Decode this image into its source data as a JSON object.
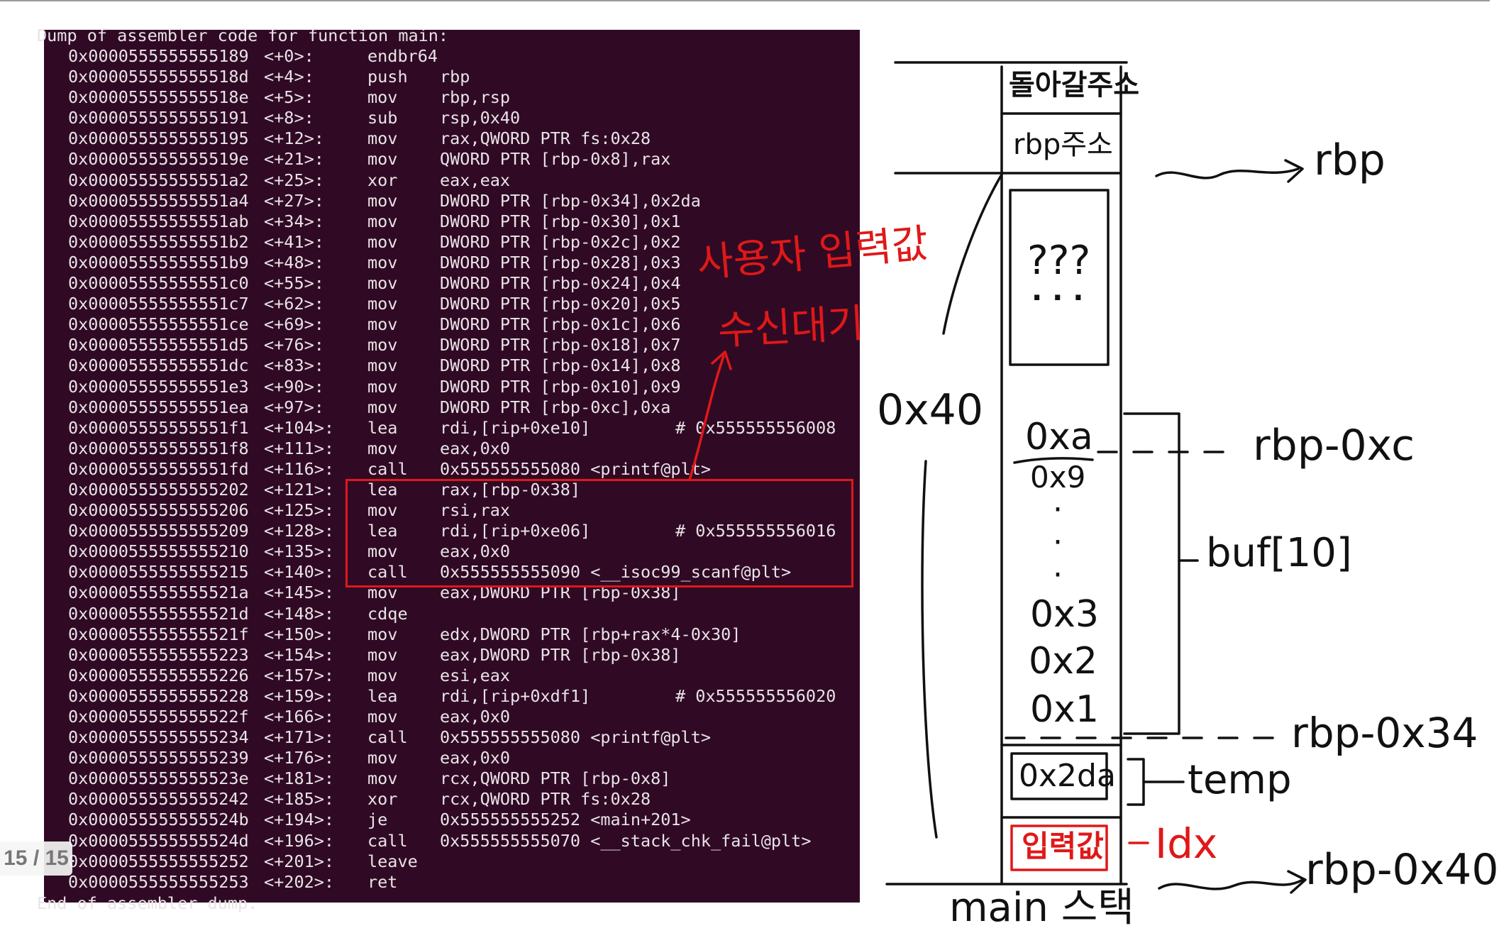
{
  "page_indicator": "15 / 15",
  "terminal": {
    "header": "Dump of assembler code for function main:",
    "footer": "End of assembler dump.",
    "lines": [
      {
        "addr": "0x0000555555555189",
        "off": "<+0>:",
        "mn": "endbr64",
        "op": "",
        "cm": ""
      },
      {
        "addr": "0x000055555555518d",
        "off": "<+4>:",
        "mn": "push",
        "op": "rbp",
        "cm": ""
      },
      {
        "addr": "0x000055555555518e",
        "off": "<+5>:",
        "mn": "mov",
        "op": "rbp,rsp",
        "cm": ""
      },
      {
        "addr": "0x0000555555555191",
        "off": "<+8>:",
        "mn": "sub",
        "op": "rsp,0x40",
        "cm": ""
      },
      {
        "addr": "0x0000555555555195",
        "off": "<+12>:",
        "mn": "mov",
        "op": "rax,QWORD PTR fs:0x28",
        "cm": ""
      },
      {
        "addr": "0x000055555555519e",
        "off": "<+21>:",
        "mn": "mov",
        "op": "QWORD PTR [rbp-0x8],rax",
        "cm": ""
      },
      {
        "addr": "0x00005555555551a2",
        "off": "<+25>:",
        "mn": "xor",
        "op": "eax,eax",
        "cm": ""
      },
      {
        "addr": "0x00005555555551a4",
        "off": "<+27>:",
        "mn": "mov",
        "op": "DWORD PTR [rbp-0x34],0x2da",
        "cm": ""
      },
      {
        "addr": "0x00005555555551ab",
        "off": "<+34>:",
        "mn": "mov",
        "op": "DWORD PTR [rbp-0x30],0x1",
        "cm": ""
      },
      {
        "addr": "0x00005555555551b2",
        "off": "<+41>:",
        "mn": "mov",
        "op": "DWORD PTR [rbp-0x2c],0x2",
        "cm": ""
      },
      {
        "addr": "0x00005555555551b9",
        "off": "<+48>:",
        "mn": "mov",
        "op": "DWORD PTR [rbp-0x28],0x3",
        "cm": ""
      },
      {
        "addr": "0x00005555555551c0",
        "off": "<+55>:",
        "mn": "mov",
        "op": "DWORD PTR [rbp-0x24],0x4",
        "cm": ""
      },
      {
        "addr": "0x00005555555551c7",
        "off": "<+62>:",
        "mn": "mov",
        "op": "DWORD PTR [rbp-0x20],0x5",
        "cm": ""
      },
      {
        "addr": "0x00005555555551ce",
        "off": "<+69>:",
        "mn": "mov",
        "op": "DWORD PTR [rbp-0x1c],0x6",
        "cm": ""
      },
      {
        "addr": "0x00005555555551d5",
        "off": "<+76>:",
        "mn": "mov",
        "op": "DWORD PTR [rbp-0x18],0x7",
        "cm": ""
      },
      {
        "addr": "0x00005555555551dc",
        "off": "<+83>:",
        "mn": "mov",
        "op": "DWORD PTR [rbp-0x14],0x8",
        "cm": ""
      },
      {
        "addr": "0x00005555555551e3",
        "off": "<+90>:",
        "mn": "mov",
        "op": "DWORD PTR [rbp-0x10],0x9",
        "cm": ""
      },
      {
        "addr": "0x00005555555551ea",
        "off": "<+97>:",
        "mn": "mov",
        "op": "DWORD PTR [rbp-0xc],0xa",
        "cm": ""
      },
      {
        "addr": "0x00005555555551f1",
        "off": "<+104>:",
        "mn": "lea",
        "op": "rdi,[rip+0xe10]",
        "cm": "# 0x555555556008"
      },
      {
        "addr": "0x00005555555551f8",
        "off": "<+111>:",
        "mn": "mov",
        "op": "eax,0x0",
        "cm": ""
      },
      {
        "addr": "0x00005555555551fd",
        "off": "<+116>:",
        "mn": "call",
        "op": "0x555555555080 <printf@plt>",
        "cm": ""
      },
      {
        "addr": "0x0000555555555202",
        "off": "<+121>:",
        "mn": "lea",
        "op": "rax,[rbp-0x38]",
        "cm": ""
      },
      {
        "addr": "0x0000555555555206",
        "off": "<+125>:",
        "mn": "mov",
        "op": "rsi,rax",
        "cm": ""
      },
      {
        "addr": "0x0000555555555209",
        "off": "<+128>:",
        "mn": "lea",
        "op": "rdi,[rip+0xe06]",
        "cm": "# 0x555555556016"
      },
      {
        "addr": "0x0000555555555210",
        "off": "<+135>:",
        "mn": "mov",
        "op": "eax,0x0",
        "cm": ""
      },
      {
        "addr": "0x0000555555555215",
        "off": "<+140>:",
        "mn": "call",
        "op": "0x555555555090 <__isoc99_scanf@plt>",
        "cm": ""
      },
      {
        "addr": "0x000055555555521a",
        "off": "<+145>:",
        "mn": "mov",
        "op": "eax,DWORD PTR [rbp-0x38]",
        "cm": ""
      },
      {
        "addr": "0x000055555555521d",
        "off": "<+148>:",
        "mn": "cdqe",
        "op": "",
        "cm": ""
      },
      {
        "addr": "0x000055555555521f",
        "off": "<+150>:",
        "mn": "mov",
        "op": "edx,DWORD PTR [rbp+rax*4-0x30]",
        "cm": ""
      },
      {
        "addr": "0x0000555555555223",
        "off": "<+154>:",
        "mn": "mov",
        "op": "eax,DWORD PTR [rbp-0x38]",
        "cm": ""
      },
      {
        "addr": "0x0000555555555226",
        "off": "<+157>:",
        "mn": "mov",
        "op": "esi,eax",
        "cm": ""
      },
      {
        "addr": "0x0000555555555228",
        "off": "<+159>:",
        "mn": "lea",
        "op": "rdi,[rip+0xdf1]",
        "cm": "# 0x555555556020"
      },
      {
        "addr": "0x000055555555522f",
        "off": "<+166>:",
        "mn": "mov",
        "op": "eax,0x0",
        "cm": ""
      },
      {
        "addr": "0x0000555555555234",
        "off": "<+171>:",
        "mn": "call",
        "op": "0x555555555080 <printf@plt>",
        "cm": ""
      },
      {
        "addr": "0x0000555555555239",
        "off": "<+176>:",
        "mn": "mov",
        "op": "eax,0x0",
        "cm": ""
      },
      {
        "addr": "0x000055555555523e",
        "off": "<+181>:",
        "mn": "mov",
        "op": "rcx,QWORD PTR [rbp-0x8]",
        "cm": ""
      },
      {
        "addr": "0x0000555555555242",
        "off": "<+185>:",
        "mn": "xor",
        "op": "rcx,QWORD PTR fs:0x28",
        "cm": ""
      },
      {
        "addr": "0x000055555555524b",
        "off": "<+194>:",
        "mn": "je",
        "op": "0x555555555252 <main+201>",
        "cm": ""
      },
      {
        "addr": "0x000055555555524d",
        "off": "<+196>:",
        "mn": "call",
        "op": "0x555555555070 <__stack_chk_fail@plt>",
        "cm": ""
      },
      {
        "addr": "0x0000555555555252",
        "off": "<+201>:",
        "mn": "leave",
        "op": "",
        "cm": ""
      },
      {
        "addr": "0x0000555555555253",
        "off": "<+202>:",
        "mn": "ret",
        "op": "",
        "cm": ""
      }
    ]
  },
  "annotations": {
    "user_input": "사용자 입력값",
    "wait_receive": "수신대기"
  },
  "stack": {
    "cell_return": "돌아갈주소",
    "cell_rbp": "rbp주소",
    "cell_unknown": "???",
    "cell_unknown_dots": ". . .",
    "val_a": "0xa",
    "val_9": "0x9",
    "val_3": "0x3",
    "val_2": "0x2",
    "val_1": "0x1",
    "temp_val": "0x2da",
    "input_val": "입력값",
    "size_label": "0x40",
    "bottom_label": "main 스택",
    "label_rbp": "rbp",
    "label_rbp_0xc": "rbp-0xc",
    "label_buf": "buf[10]",
    "label_rbp_0x34": "rbp-0x34",
    "label_temp": "temp",
    "label_idx": "Idx",
    "label_rbp_0x40": "rbp-0x40"
  },
  "colors": {
    "terminal_bg": "#300a24",
    "terminal_fg": "#e9e3e8",
    "annotation_red": "#e01818",
    "ink": "#111111"
  }
}
